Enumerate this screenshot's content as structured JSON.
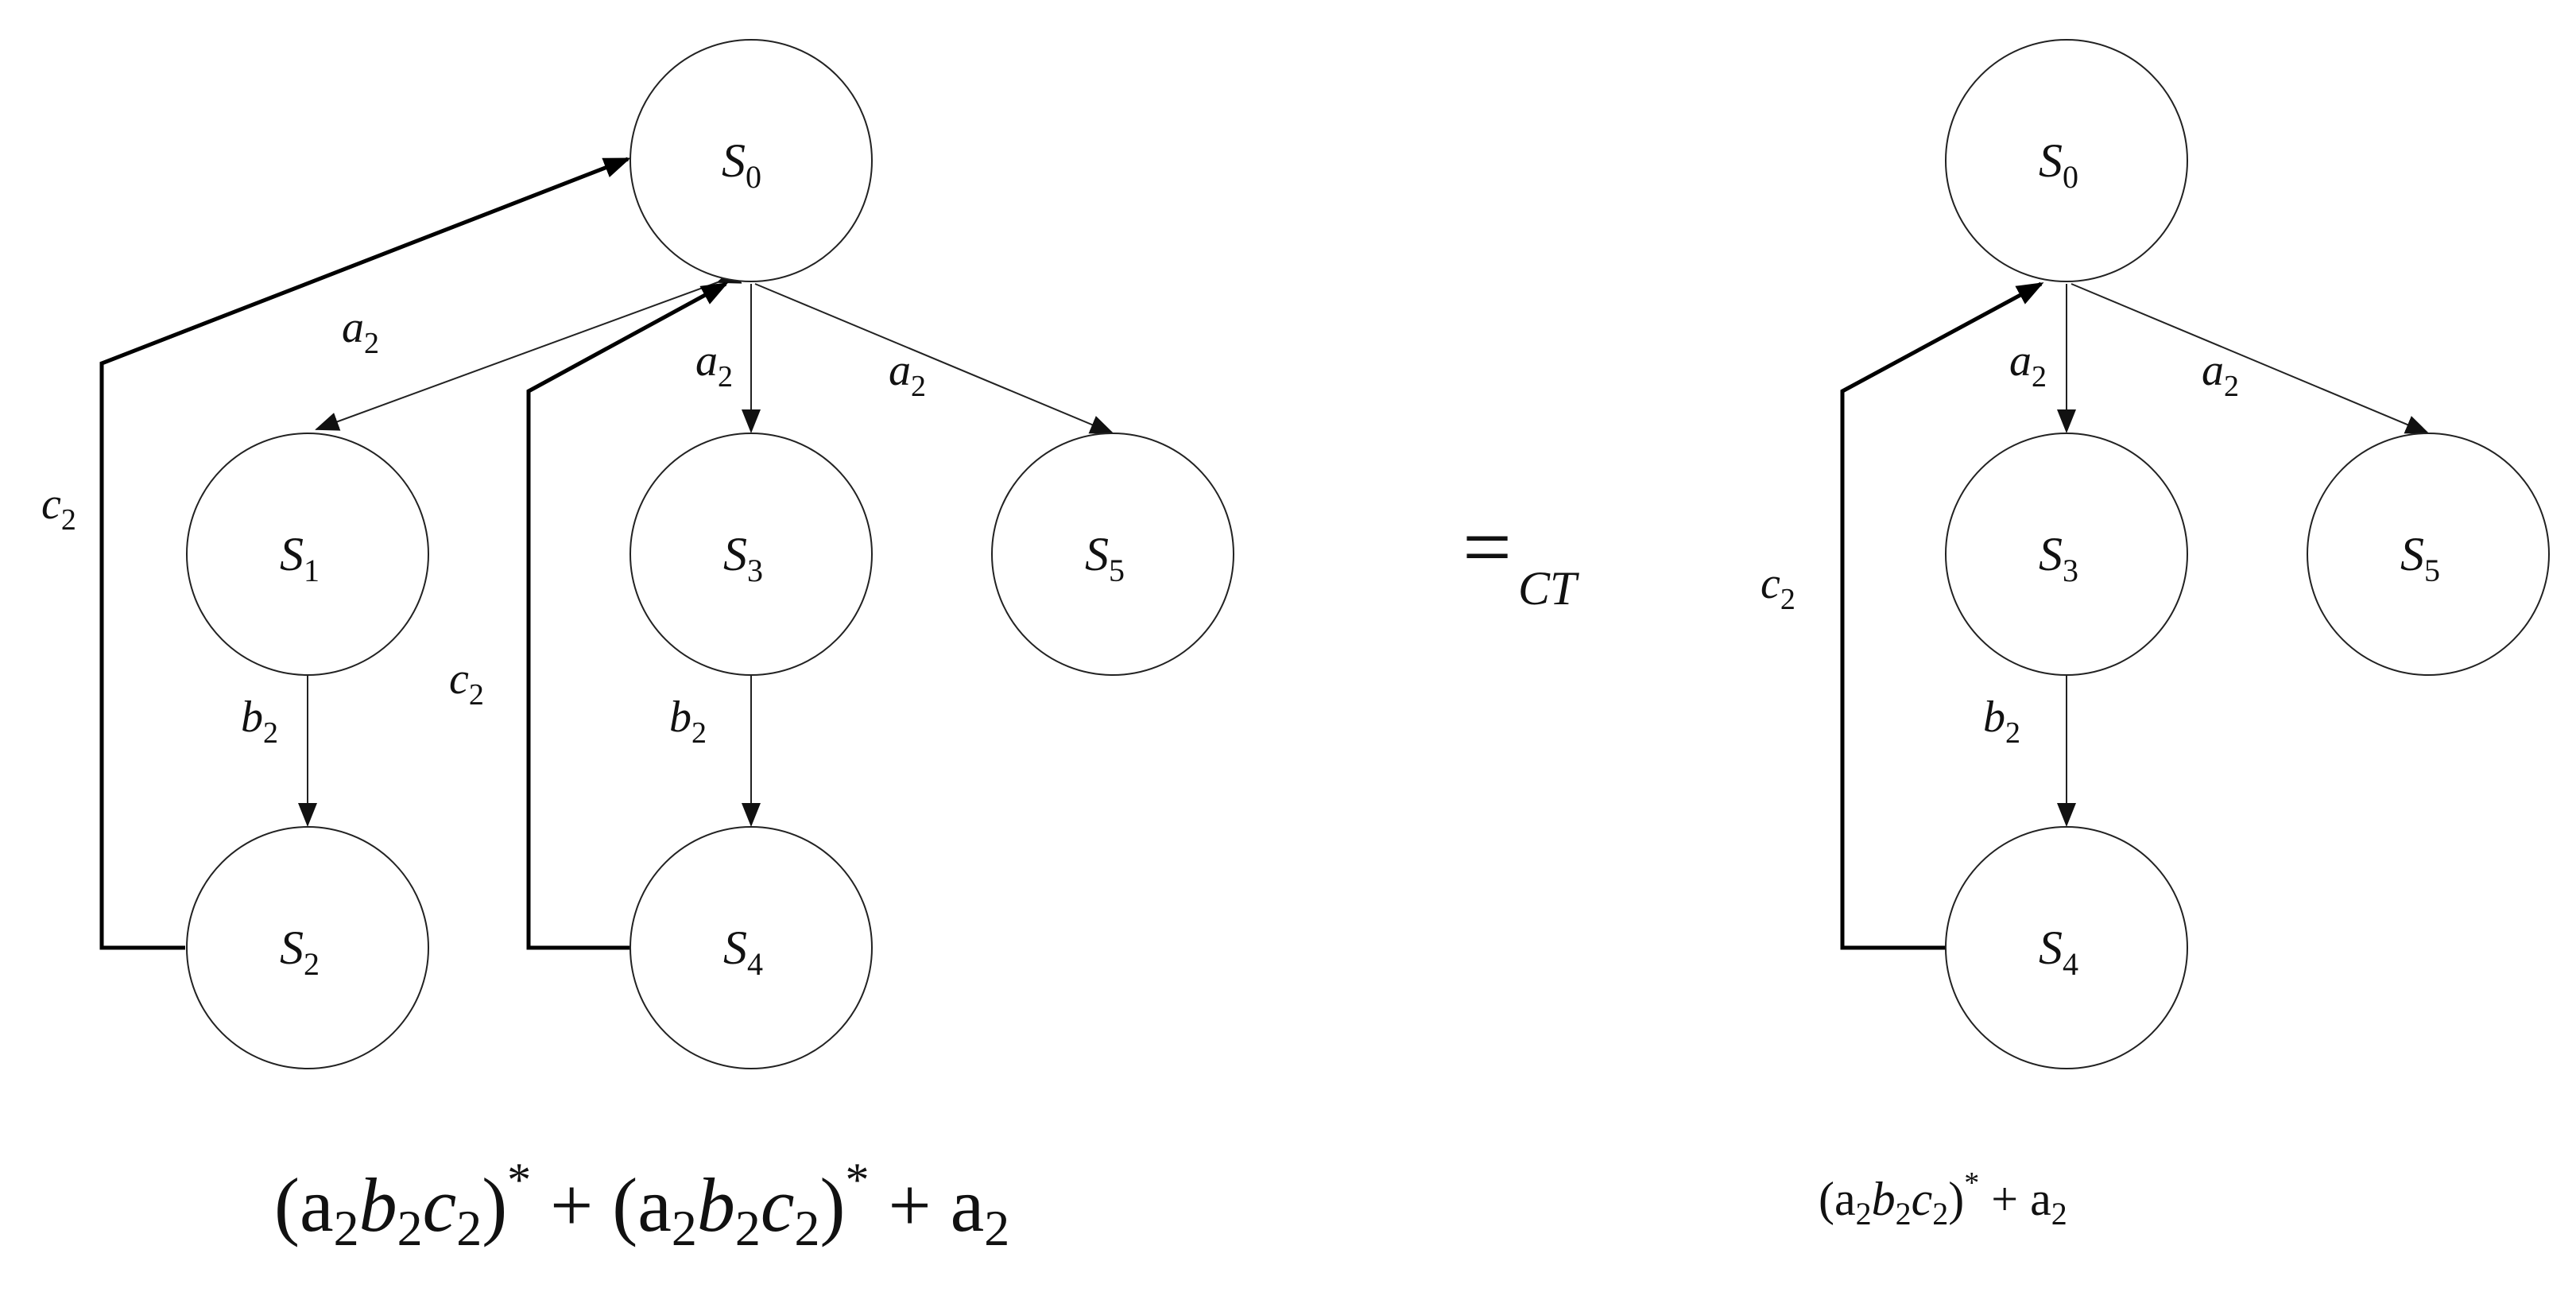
{
  "left_graph": {
    "states": {
      "s0": {
        "main": "S",
        "sub": "0"
      },
      "s1": {
        "main": "S",
        "sub": "1"
      },
      "s2": {
        "main": "S",
        "sub": "2"
      },
      "s3": {
        "main": "S",
        "sub": "3"
      },
      "s4": {
        "main": "S",
        "sub": "4"
      },
      "s5": {
        "main": "S",
        "sub": "5"
      }
    },
    "edges": {
      "s0_s1": {
        "main": "a",
        "sub": "2"
      },
      "s0_s3": {
        "main": "a",
        "sub": "2"
      },
      "s0_s5": {
        "main": "a",
        "sub": "2"
      },
      "s1_s2": {
        "main": "b",
        "sub": "2"
      },
      "s3_s4": {
        "main": "b",
        "sub": "2"
      },
      "s2_s0": {
        "main": "c",
        "sub": "2"
      },
      "s4_s0": {
        "main": "c",
        "sub": "2"
      }
    },
    "formula": {
      "t1": "(a",
      "t2": "2",
      "t3": "b",
      "t4": "2",
      "t5": "c",
      "t6": "2",
      "t7": ")",
      "t8": "*",
      "t9": " + (a",
      "t10": "2",
      "t11": "b",
      "t12": "2",
      "t13": "c",
      "t14": "2",
      "t15": ")",
      "t16": "*",
      "t17": " + a",
      "t18": "2"
    }
  },
  "equivalence": {
    "symbol": "=",
    "sub": "CT"
  },
  "right_graph": {
    "states": {
      "s0": {
        "main": "S",
        "sub": "0"
      },
      "s3": {
        "main": "S",
        "sub": "3"
      },
      "s4": {
        "main": "S",
        "sub": "4"
      },
      "s5": {
        "main": "S",
        "sub": "5"
      }
    },
    "edges": {
      "s0_s3": {
        "main": "a",
        "sub": "2"
      },
      "s0_s5": {
        "main": "a",
        "sub": "2"
      },
      "s3_s4": {
        "main": "b",
        "sub": "2"
      },
      "s4_s0": {
        "main": "c",
        "sub": "2"
      }
    },
    "formula": {
      "t1": "(a",
      "t2": "2",
      "t3": "b",
      "t4": "2",
      "t5": "c",
      "t6": "2",
      "t7": ")",
      "t8": "*",
      "t9": " + a",
      "t10": "2"
    }
  }
}
